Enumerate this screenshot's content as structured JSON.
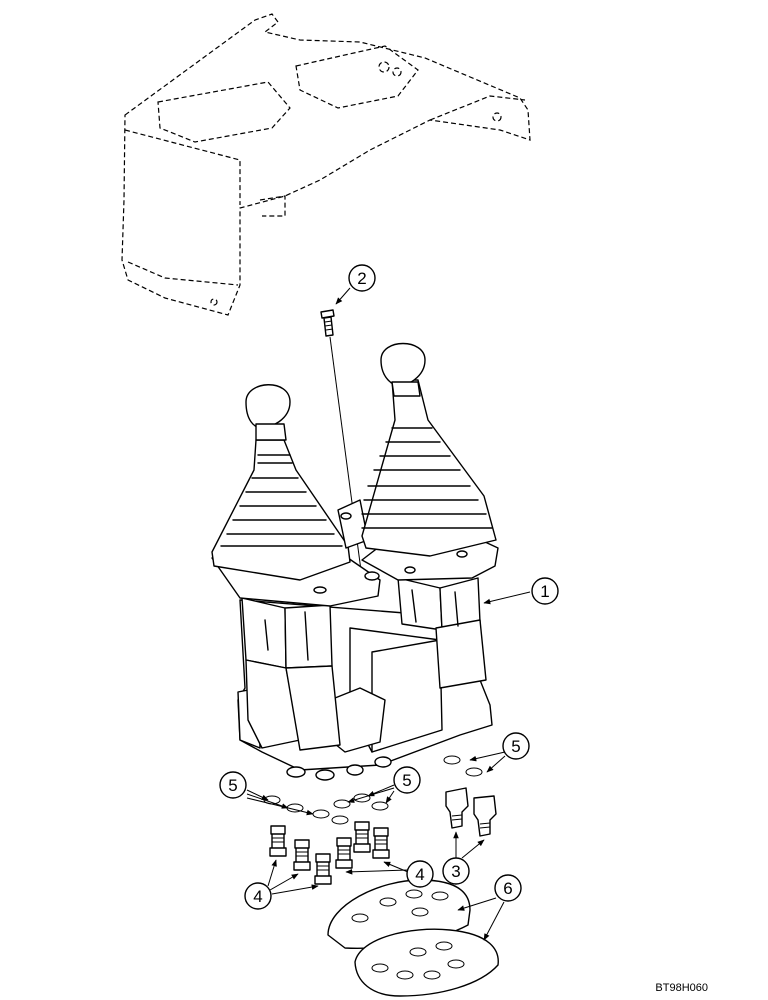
{
  "callouts": [
    {
      "id": "1",
      "label": "1"
    },
    {
      "id": "2",
      "label": "2"
    },
    {
      "id": "3",
      "label": "3"
    },
    {
      "id": "4a",
      "label": "4"
    },
    {
      "id": "4b",
      "label": "4"
    },
    {
      "id": "5a",
      "label": "5"
    },
    {
      "id": "5b",
      "label": "5"
    },
    {
      "id": "5c",
      "label": "5"
    },
    {
      "id": "6",
      "label": "6"
    }
  ],
  "reference_code": "BT98H060"
}
